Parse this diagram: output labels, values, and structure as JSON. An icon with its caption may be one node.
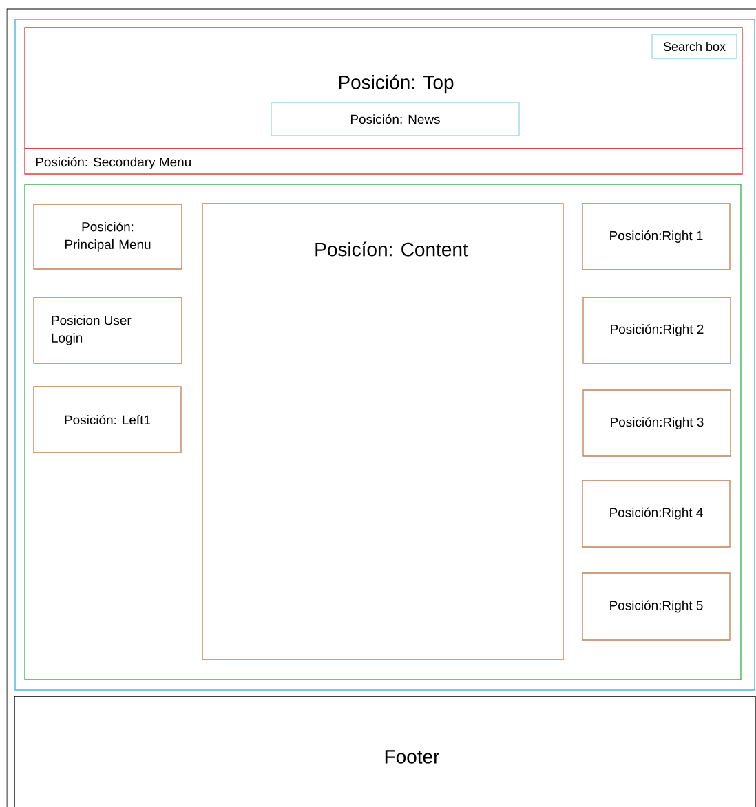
{
  "diagram": {
    "nodes": [
      {
        "text": [],
        "shape": "box"
      },
      {
        "text": [
          "Posición: Top"
        ],
        "in": 0
      },
      {
        "text": [
          "Search box"
        ],
        "in": 1
      },
      {
        "text": [
          "Posición: News"
        ],
        "in": 1
      },
      {
        "text": [
          "Posición: Secondary Menu"
        ],
        "in": 0
      },
      {
        "text": [],
        "shape": "box",
        "in": 0
      },
      {
        "text": [
          "Posición: Principal Menu"
        ],
        "in": 5
      },
      {
        "text": [
          "Posicion User Login"
        ],
        "in": 5
      },
      {
        "text": [
          "Posición: Left1"
        ],
        "in": 5
      },
      {
        "text": [
          "Posicíon: Content"
        ],
        "in": 5
      },
      {
        "text": [
          "Posición:Right 1"
        ],
        "in": 5
      },
      {
        "text": [
          "Posición:Right 2"
        ],
        "in": 5
      },
      {
        "text": [
          "Posición:Right 3"
        ],
        "in": 5
      },
      {
        "text": [
          "Posición:Right 4"
        ],
        "in": 5
      },
      {
        "text": [
          "Posición:Right 5"
        ],
        "in": 5
      },
      {
        "text": [
          "Footer"
        ]
      }
    ]
  }
}
